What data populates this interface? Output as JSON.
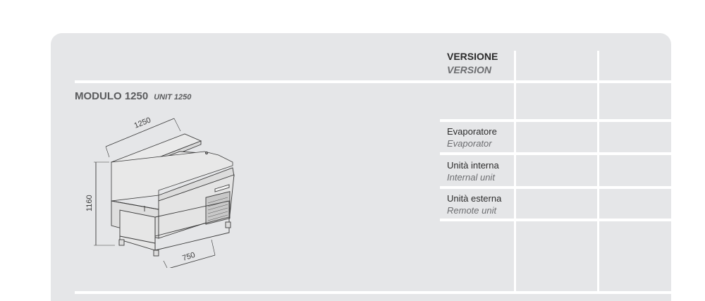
{
  "module": {
    "title": "MODULO 1250",
    "subtitle": "UNIT 1250"
  },
  "table": {
    "header": {
      "label_it": "VERSIONE",
      "label_en": "VERSION"
    },
    "rows": [
      {
        "label_it": "Evaporatore",
        "label_en": "Evaporator"
      },
      {
        "label_it": "Unità interna",
        "label_en": "Internal unit"
      },
      {
        "label_it": "Unità esterna",
        "label_en": "Remote unit"
      }
    ]
  },
  "drawing": {
    "width_dim": "1250",
    "height_dim": "1160",
    "depth_dim": "750"
  },
  "colors": {
    "panel": "#e5e6e8",
    "divider": "#ffffff",
    "text_dark": "#2b2b2b",
    "text_grey": "#6c6d70"
  }
}
